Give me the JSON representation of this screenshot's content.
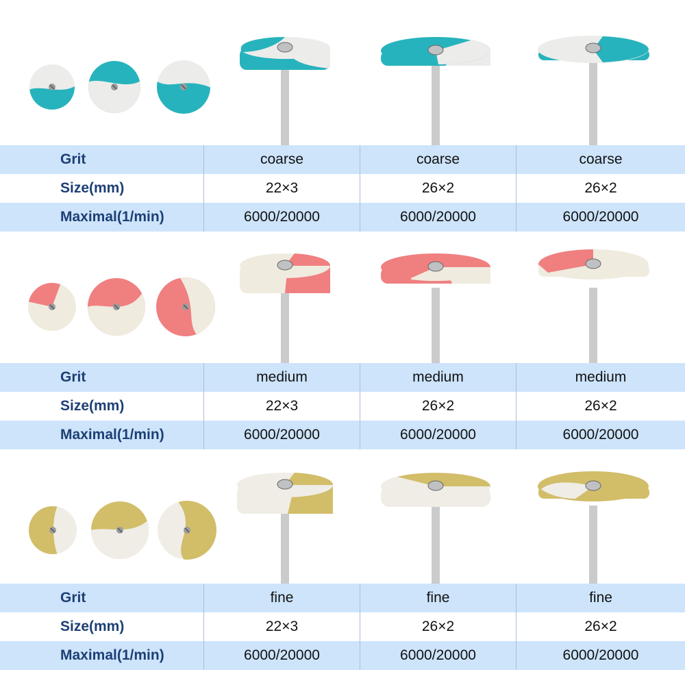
{
  "row_labels": {
    "grit": "Grit",
    "size": "Size(mm)",
    "max_speed": "Maximal(1/min)"
  },
  "groups": [
    {
      "color_name": "teal",
      "accent_color": "#27b3bd",
      "base_color": "#ececea",
      "products": [
        {
          "grit": "coarse",
          "size": "22×3",
          "max_speed": "6000/20000"
        },
        {
          "grit": "coarse",
          "size": "26×2",
          "max_speed": "6000/20000"
        },
        {
          "grit": "coarse",
          "size": "26×2",
          "max_speed": "6000/20000"
        }
      ]
    },
    {
      "color_name": "pink",
      "accent_color": "#f07f80",
      "base_color": "#efebdf",
      "products": [
        {
          "grit": "medium",
          "size": "22×3",
          "max_speed": "6000/20000"
        },
        {
          "grit": "medium",
          "size": "26×2",
          "max_speed": "6000/20000"
        },
        {
          "grit": "medium",
          "size": "26×2",
          "max_speed": "6000/20000"
        }
      ]
    },
    {
      "color_name": "yellow",
      "accent_color": "#d2bd69",
      "base_color": "#efede6",
      "products": [
        {
          "grit": "fine",
          "size": "22×3",
          "max_speed": "6000/20000"
        },
        {
          "grit": "fine",
          "size": "26×2",
          "max_speed": "6000/20000"
        },
        {
          "grit": "fine",
          "size": "26×2",
          "max_speed": "6000/20000"
        }
      ]
    }
  ],
  "colors": {
    "table_shade": "#cde4fb",
    "label_text": "#1d3f74",
    "value_text": "#111111",
    "divider": "#a9bfd6",
    "shaft": "#c9cbcd"
  }
}
